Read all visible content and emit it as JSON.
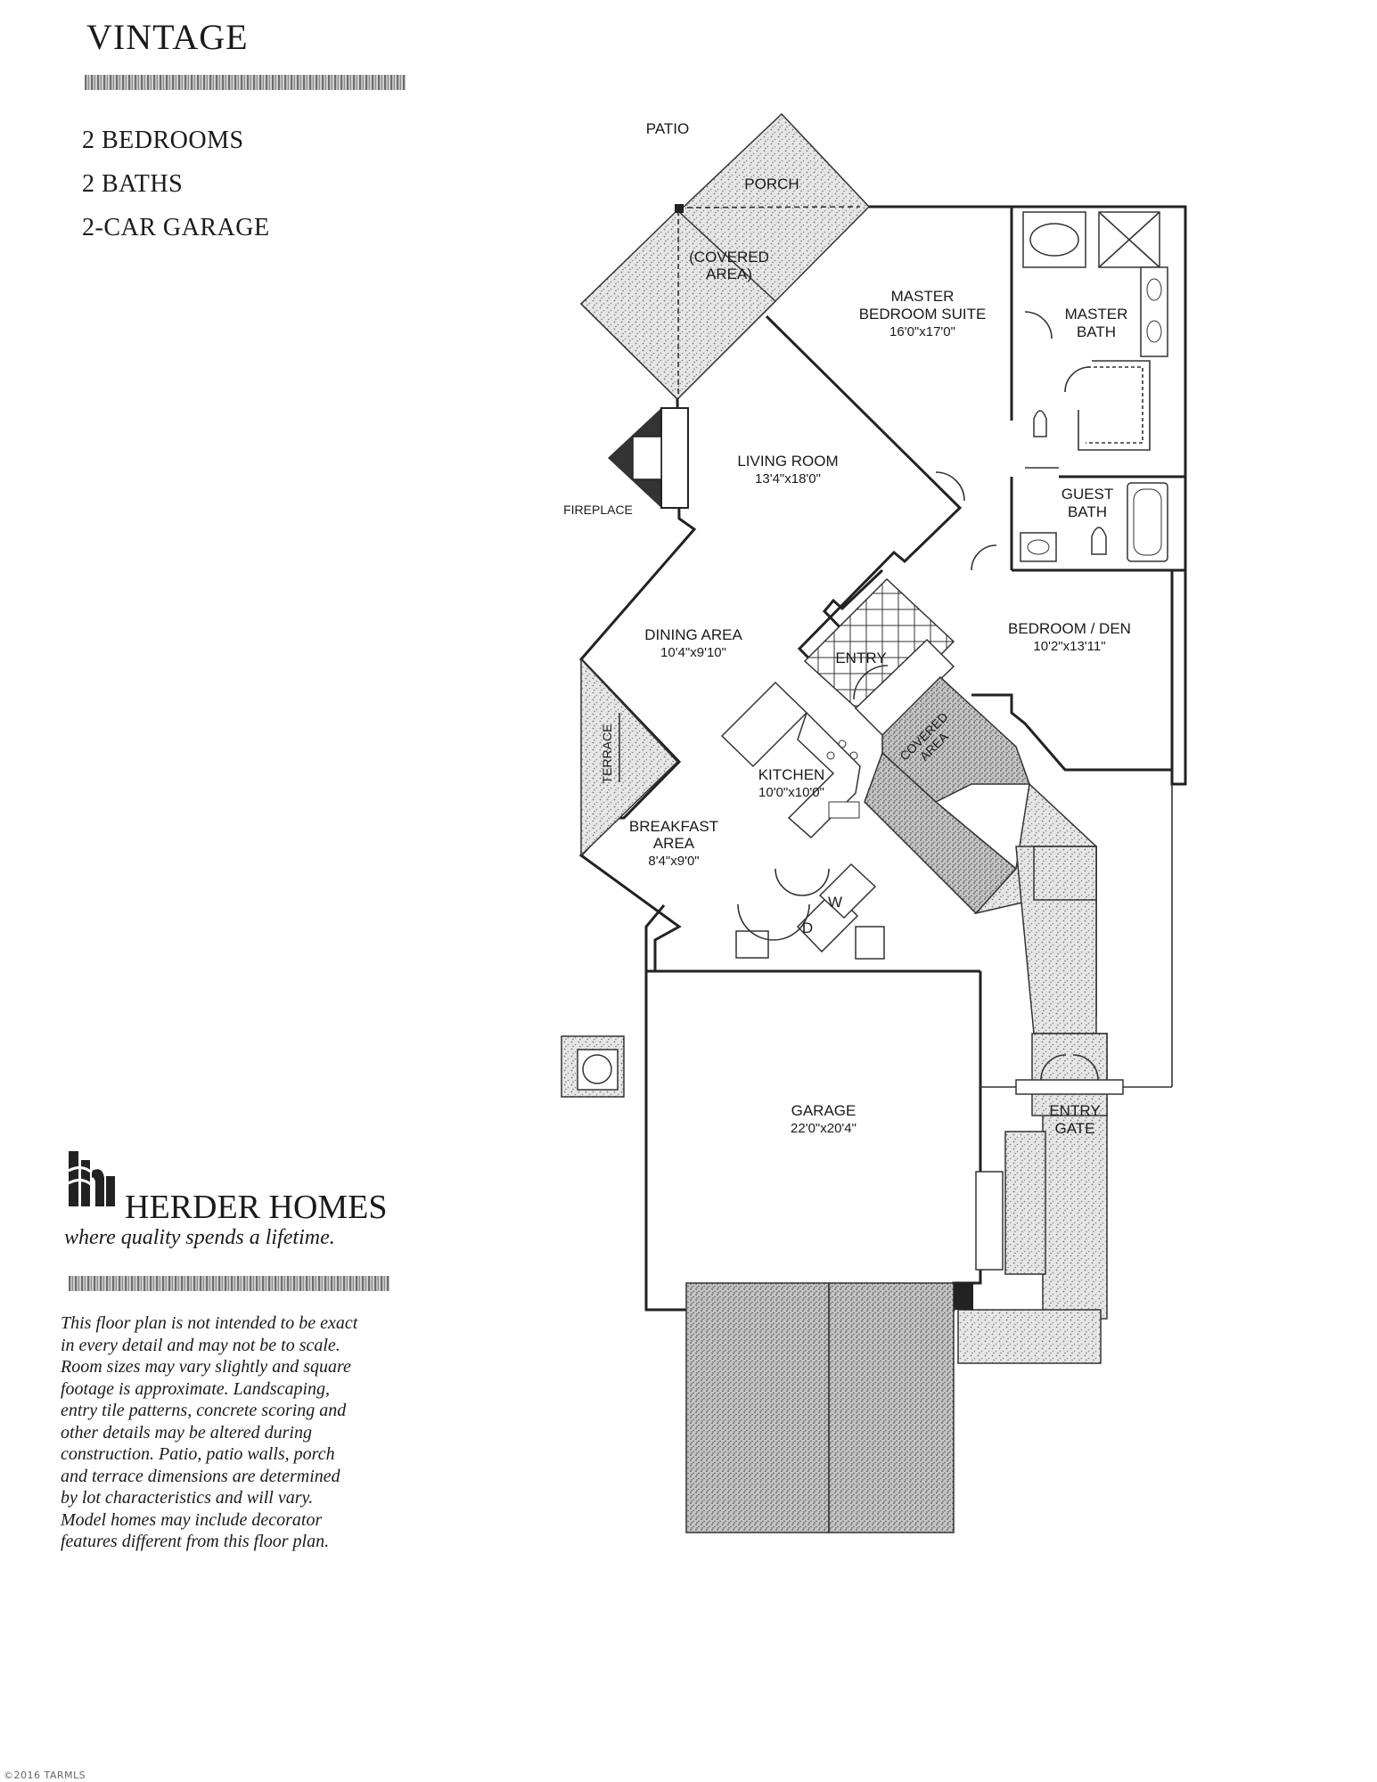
{
  "header": {
    "model_name": "VINTAGE",
    "specs": [
      "2 BEDROOMS",
      "2 BATHS",
      "2-CAR GARAGE"
    ]
  },
  "plan": {
    "patio": "PATIO",
    "porch": "PORCH",
    "covered_porch": [
      "(COVERED",
      "AREA)"
    ],
    "master_suite": {
      "name": [
        "MASTER",
        "BEDROOM SUITE"
      ],
      "size": "16'0\"x17'0\""
    },
    "master_bath": [
      "MASTER",
      "BATH"
    ],
    "living_room": {
      "name": "LIVING ROOM",
      "size": "13'4\"x18'0\""
    },
    "fireplace": "FIREPLACE",
    "guest_bath": [
      "GUEST",
      "BATH"
    ],
    "dining_area": {
      "name": "DINING AREA",
      "size": "10'4\"x9'10\""
    },
    "bedroom_den": {
      "name": "BEDROOM / DEN",
      "size": "10'2\"x13'11\""
    },
    "entry": "ENTRY",
    "covered_entry": [
      "COVERED",
      "AREA"
    ],
    "terrace": "TERRACE",
    "kitchen": {
      "name": "KITCHEN",
      "size": "10'0\"x10'0\""
    },
    "breakfast_area": {
      "name": [
        "BREAKFAST",
        "AREA"
      ],
      "size": "8'4\"x9'0\""
    },
    "washer": "W",
    "dryer": "D",
    "entry_gate": [
      "ENTRY",
      "GATE"
    ],
    "garage": {
      "name": "GARAGE",
      "size": "22'0\"x20'4\""
    }
  },
  "brand": {
    "name": "HERDER HOMES",
    "tagline": "where quality spends a lifetime."
  },
  "disclaimer": "This floor plan is not intended to be exact\nin every detail and may not be to scale.\nRoom sizes may vary slightly and square\nfootage is approximate. Landscaping,\nentry tile patterns, concrete scoring and\nother details may be altered during\nconstruction. Patio, patio walls, porch\nand terrace dimensions are determined\nby lot characteristics and will vary.\nModel homes may include decorator\nfeatures different from this floor plan.",
  "copyright": "©2016 TARMLS"
}
